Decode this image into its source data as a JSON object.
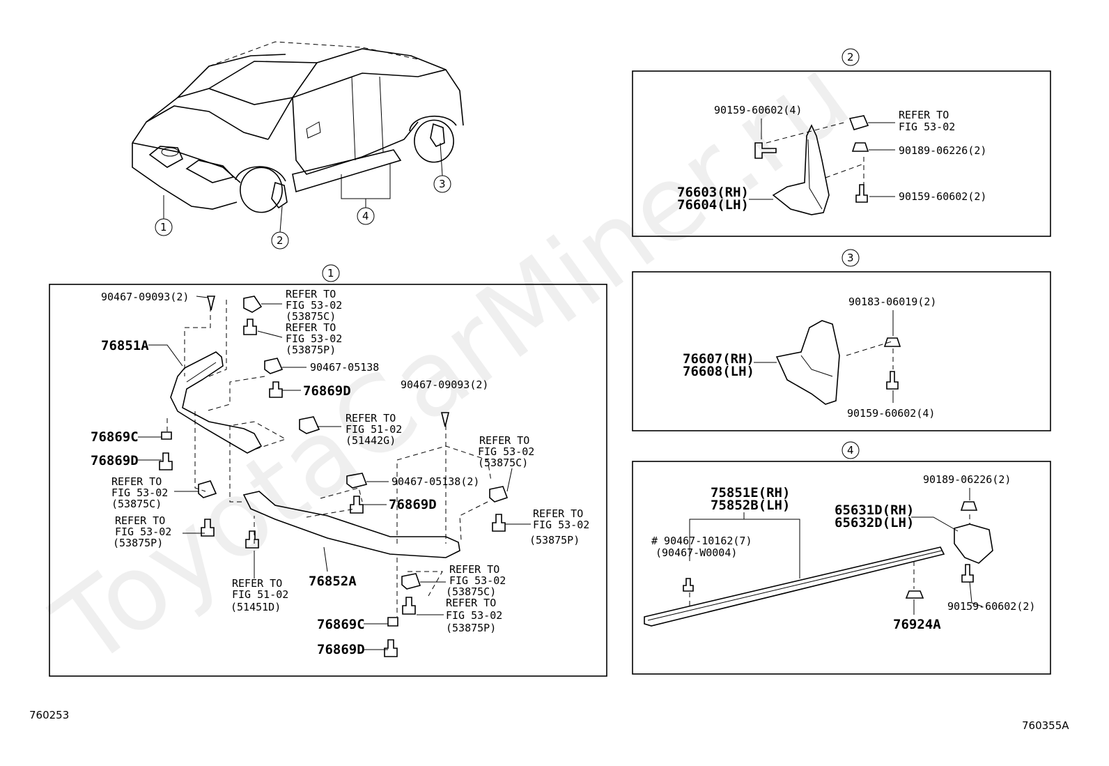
{
  "watermark": "ToyotaCarMiner.ru",
  "figure_ids": {
    "left": "760253",
    "right": "760355A"
  },
  "callout_numbers": [
    "1",
    "2",
    "3",
    "4"
  ],
  "panel1": {
    "number": "1",
    "labels": {
      "clip_top_left": "90467-09093(2)",
      "refer_a_1": "REFER TO",
      "refer_a_2": "FIG 53-02",
      "refer_a_3": "(53875C)",
      "refer_b_1": "REFER TO",
      "refer_b_2": "FIG 53-02",
      "refer_b_3": "(53875P)",
      "retainer_upper": "76851A",
      "clip_05138": "90467-05138",
      "screw_upper": "76869D",
      "clip_top_mid": "90467-09093(2)",
      "refer_c_1": "REFER TO",
      "refer_c_2": "FIG 51-02",
      "refer_c_3": "(51442G)",
      "nut_left": "76869C",
      "screw_left": "76869D",
      "refer_d_1": "REFER TO",
      "refer_d_2": "FIG 53-02",
      "refer_d_3": "(53875C)",
      "refer_e_1": "REFER TO",
      "refer_e_2": "FIG 53-02",
      "refer_e_3": "(53875P)",
      "clip_05138_2": "90467-05138(2)",
      "screw_mid": "76869D",
      "refer_f_1": "REFER TO",
      "refer_f_2": "FIG 53-02",
      "refer_f_3": "(53875C)",
      "refer_g_1": "REFER TO",
      "refer_g_2": "FIG 53-02",
      "refer_g_3": "(53875P)",
      "refer_h_1": "REFER TO",
      "refer_h_2": "FIG 51-02",
      "refer_h_3": "(51451D)",
      "retainer_lower": "76852A",
      "refer_i_1": "REFER TO",
      "refer_i_2": "FIG 53-02",
      "refer_i_3": "(53875C)",
      "refer_j_1": "REFER TO",
      "refer_j_2": "FIG 53-02",
      "refer_j_3": "(53875P)",
      "nut_bottom": "76869C",
      "screw_bottom": "76869D"
    }
  },
  "panel2": {
    "number": "2",
    "labels": {
      "screw_top": "90159-60602(4)",
      "refer_1": "REFER TO",
      "refer_2": "FIG 53-02",
      "nut": "90189-06226(2)",
      "mudguard_rh": "76603(RH)",
      "mudguard_lh": "76604(LH)",
      "screw_bottom": "90159-60602(2)"
    }
  },
  "panel3": {
    "number": "3",
    "labels": {
      "nut": "90183-06019(2)",
      "mudguard_rh": "76607(RH)",
      "mudguard_lh": "76608(LH)",
      "screw": "90159-60602(4)"
    }
  },
  "panel4": {
    "number": "4",
    "labels": {
      "nut_top": "90189-06226(2)",
      "moulding_rh": "75851E(RH)",
      "moulding_lh": "75852B(LH)",
      "protector_rh": "65631D(RH)",
      "protector_lh": "65632D(LH)",
      "clip": "# 90467-10162(7)",
      "clip_alt": "(90467-W0004)",
      "screw": "90159-60602(2)",
      "clip_round": "76924A"
    }
  }
}
